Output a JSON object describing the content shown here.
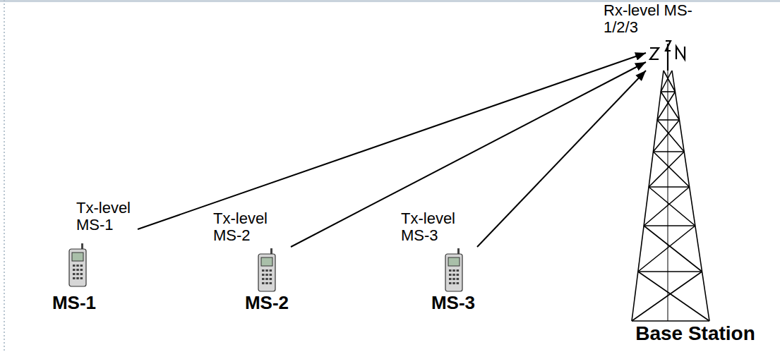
{
  "diagram": {
    "nodes": [
      {
        "text": [
          "Tx-level MS-1",
          "MS-1"
        ]
      },
      {
        "text": [
          "Tx-level MS-2",
          "MS-2"
        ]
      },
      {
        "text": [
          "Tx-level MS-3",
          "MS-3"
        ]
      },
      {
        "text": [
          "Rx-level MS-1/2/3",
          "Base Station"
        ]
      }
    ],
    "edges": [
      {
        "from": 0,
        "to": 3,
        "arrow": "to"
      },
      {
        "from": 1,
        "to": 3,
        "arrow": "to"
      },
      {
        "from": 2,
        "to": 3,
        "arrow": "to"
      }
    ]
  }
}
